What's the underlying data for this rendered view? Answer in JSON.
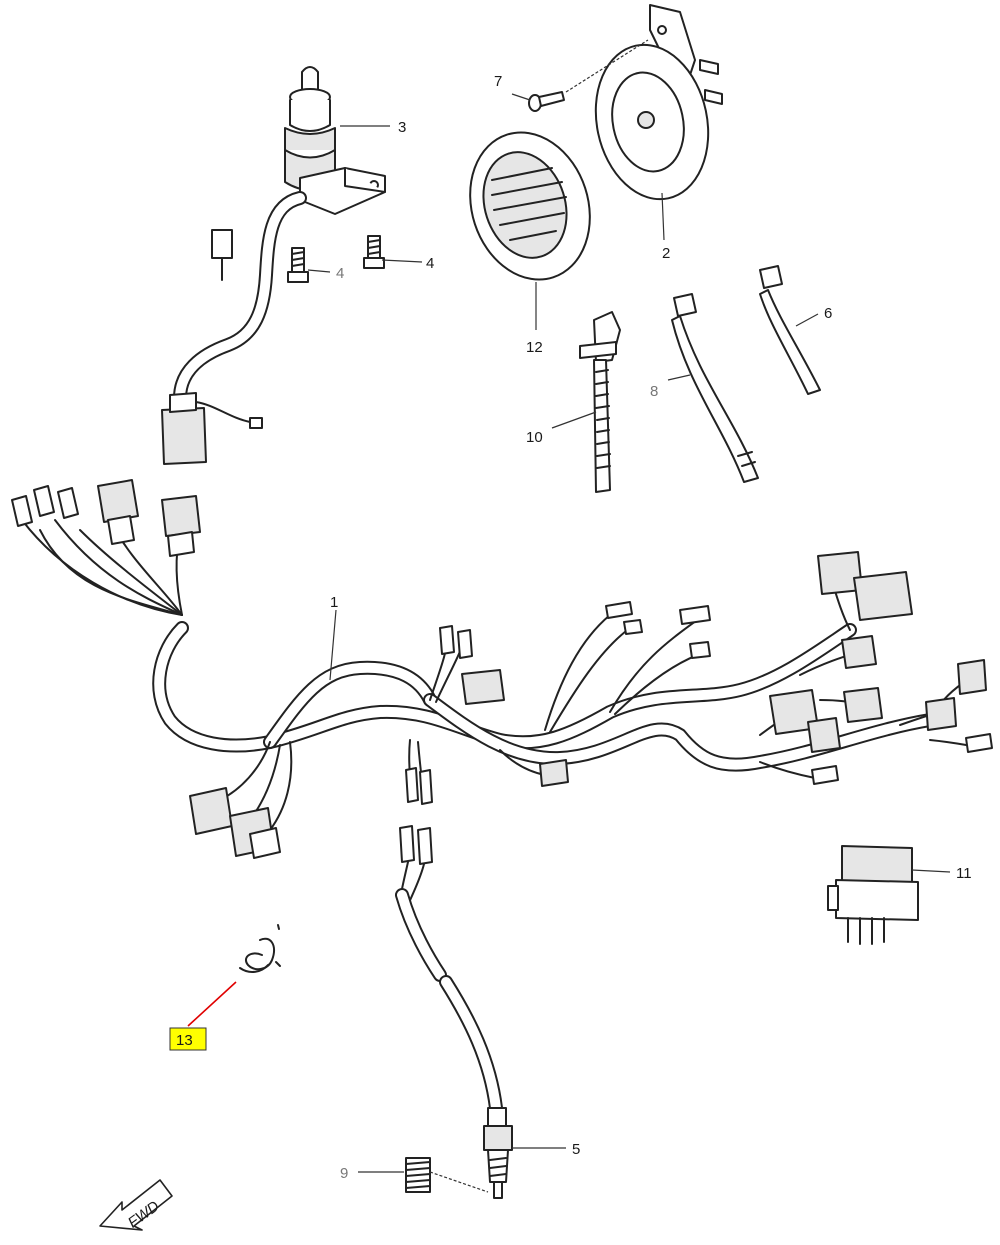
{
  "colors": {
    "highlight_fill": "#ffff00",
    "highlight_leader": "#e00000",
    "line_art": "#222222"
  },
  "callouts": [
    {
      "id": "1",
      "text": "1",
      "part": "main-wiring-harness"
    },
    {
      "id": "2",
      "text": "2",
      "part": "horn"
    },
    {
      "id": "3",
      "text": "3",
      "part": "ignition-switch"
    },
    {
      "id": "4a",
      "text": "4",
      "part": "bolt"
    },
    {
      "id": "4b",
      "text": "4",
      "part": "bolt"
    },
    {
      "id": "5",
      "text": "5",
      "part": "oxygen-sensor"
    },
    {
      "id": "6",
      "text": "6",
      "part": "cable-strap"
    },
    {
      "id": "7",
      "text": "7",
      "part": "screw"
    },
    {
      "id": "8",
      "text": "8",
      "part": "cable-tie"
    },
    {
      "id": "9",
      "text": "9",
      "part": "spring"
    },
    {
      "id": "10",
      "text": "10",
      "part": "cable-band"
    },
    {
      "id": "11",
      "text": "11",
      "part": "relay"
    },
    {
      "id": "12",
      "text": "12",
      "part": "horn-cover"
    },
    {
      "id": "13",
      "text": "13",
      "part": "clip",
      "highlighted": true
    }
  ],
  "direction_arrow": {
    "text": "FWD",
    "icon": "arrow-left-down-icon"
  }
}
